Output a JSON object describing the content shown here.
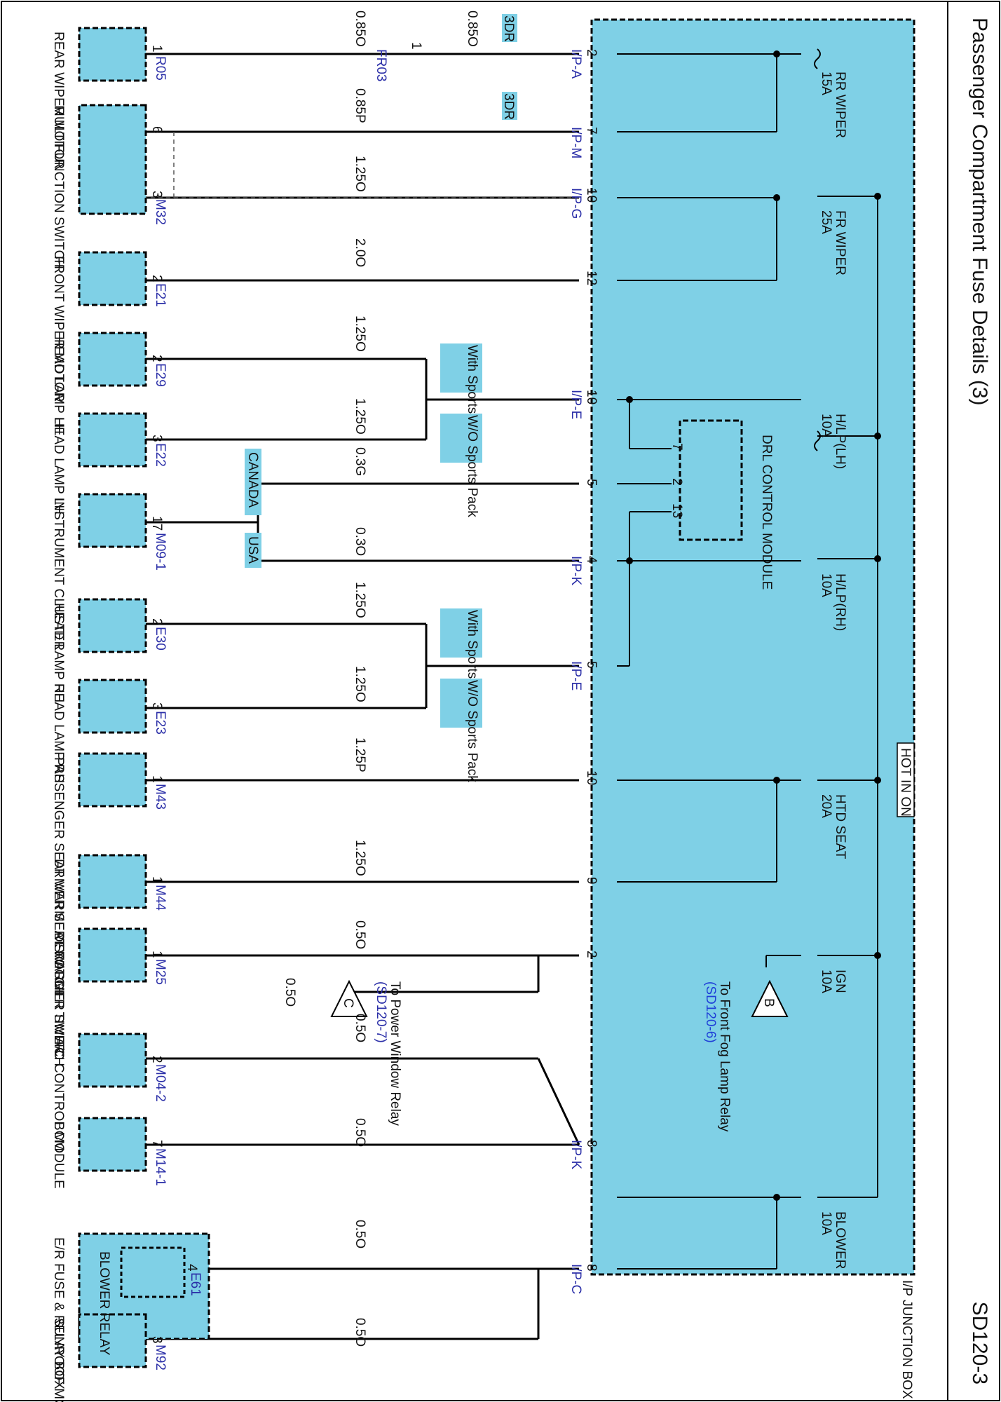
{
  "title": "Passenger Compartment Fuse Details (3)",
  "page_code": "SD120-3",
  "junction_box": "I/P JUNCTION BOX",
  "hot": "HOT IN ON",
  "fuses": [
    {
      "name": "RR WIPER",
      "amp": "15A"
    },
    {
      "name": "FR WIPER",
      "amp": "25A"
    },
    {
      "name": "H/LP(LH)",
      "amp": "10A"
    },
    {
      "name": "H/LP(RH)",
      "amp": "10A"
    },
    {
      "name": "HTD SEAT",
      "amp": "20A"
    },
    {
      "name": "IGN",
      "amp": "10A"
    },
    {
      "name": "BLOWER",
      "amp": "10A"
    }
  ],
  "drl": {
    "label": "DRL CONTROL MODULE",
    "pins": [
      "7",
      "2",
      "13"
    ]
  },
  "connectors": [
    {
      "pin": "2",
      "conn": "I/P-A"
    },
    {
      "pin": "7",
      "conn": "I/P-M"
    },
    {
      "pin": "10",
      "conn": "I/P-G"
    },
    {
      "pin": "12",
      "conn": ""
    },
    {
      "pin": "10",
      "conn": "I/P-E"
    },
    {
      "pin": "5",
      "conn": ""
    },
    {
      "pin": "4",
      "conn": "I/P-K"
    },
    {
      "pin": "5",
      "conn": "I/P-E"
    },
    {
      "pin": "10",
      "conn": ""
    },
    {
      "pin": "9",
      "conn": ""
    },
    {
      "pin": "2",
      "conn": ""
    },
    {
      "pin": "8",
      "conn": "I/P-K"
    },
    {
      "pin": "8",
      "conn": "I/P-C"
    }
  ],
  "wires": [
    "0.85O",
    "0.85O",
    "0.85P",
    "1.25O",
    "2.0O",
    "1.25O",
    "1.25O",
    "0.3G",
    "0.3O",
    "1.25O",
    "1.25O",
    "1.25P",
    "1.25O",
    "0.5O",
    "0.5O",
    "0.5O",
    "0.5O",
    "0.5O",
    "0.5O"
  ],
  "badges": [
    "3DR",
    "3DR",
    "With Sports Pack",
    "W/O Sports Pack",
    "CANADA",
    "USA",
    "With Sports Pack",
    "W/O Sports Pack"
  ],
  "fr03": {
    "pin": "1",
    "conn": "FR03"
  },
  "components": [
    {
      "name": "REAR WIPER MOTOR",
      "pin": "1",
      "conn": "R05"
    },
    {
      "name": "MULTIFUNCTION SWITCH",
      "pin": "6",
      "pin2": "3",
      "conn": "M32"
    },
    {
      "name": "FRONT WIPER MOTOR",
      "pin": "2",
      "conn": "E21"
    },
    {
      "name": "HEAD LAMP LH",
      "pin": "2",
      "conn": "E29"
    },
    {
      "name": "HEAD LAMP LH",
      "pin": "3",
      "conn": "E22"
    },
    {
      "name": "INSTRUMENT CLUSTER",
      "pin": "17",
      "conn": "M09-1"
    },
    {
      "name": "HEAD LAMP RH",
      "pin": "2",
      "conn": "E30"
    },
    {
      "name": "HEAD LAMP RH",
      "pin": "3",
      "conn": "E23"
    },
    {
      "name": "PASSENGER SEAT WARMER SWITCH",
      "pin": "1",
      "conn": "M43"
    },
    {
      "name": "DRIVER SEAT WARMER SWITCH",
      "pin": "1",
      "conn": "M44"
    },
    {
      "name": "DEFOGGER TIMER",
      "pin": "1",
      "conn": "M25"
    },
    {
      "name": "A/C CONTROL MODULE",
      "pin": "2",
      "conn": "M04-2"
    },
    {
      "name": "BCM",
      "pin": "7",
      "conn": "M14-1"
    },
    {
      "name": "E/R FUSE & RELAY BOX",
      "pin": "4",
      "conn": "E61"
    },
    {
      "name": "SUNROOF MOTOR",
      "pin": "3",
      "conn": "M92"
    }
  ],
  "blower_relay": "BLOWER RELAY",
  "ref_b": {
    "letter": "B",
    "text": "To Front Fog Lamp Relay",
    "ref": "(SD120-6)"
  },
  "ref_c": {
    "letter": "C",
    "text": "To Power Window Relay",
    "ref": "(SD120-7)",
    "wire": "0.5O"
  }
}
